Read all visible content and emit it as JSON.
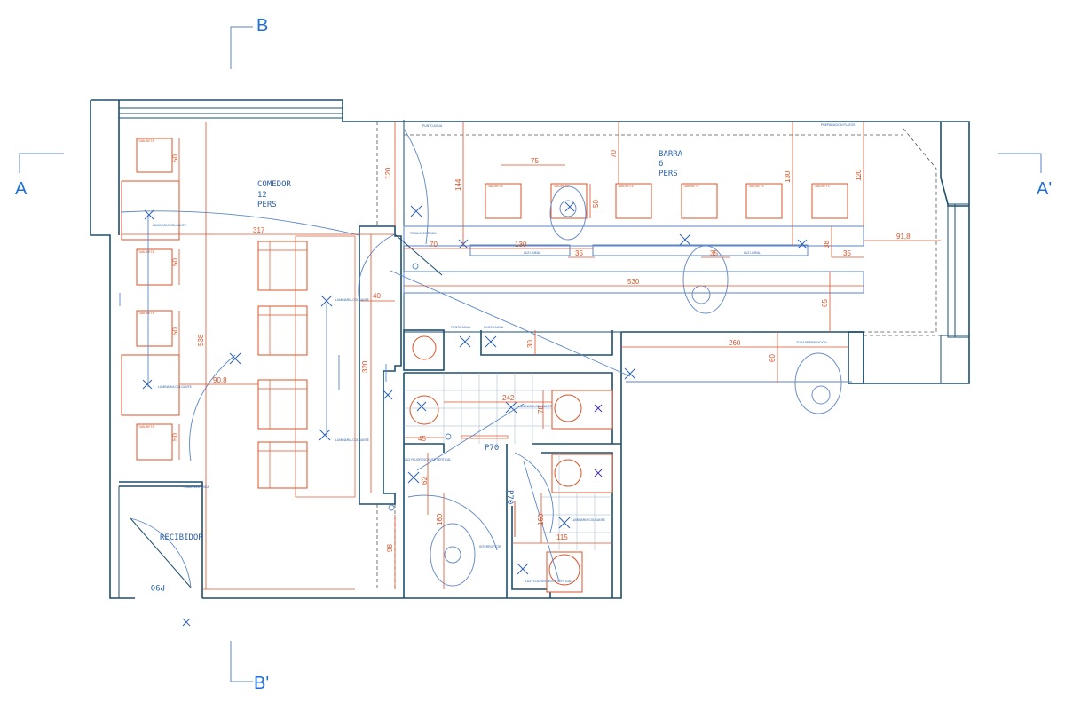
{
  "section_marks": {
    "top": "B",
    "bottom": "B'",
    "left": "A",
    "right": "A'"
  },
  "rooms": {
    "comedor": [
      "COMEDOR",
      "12",
      "PERS"
    ],
    "barra": [
      "BARRA",
      "6",
      "PERS"
    ],
    "recibidor": "RECIBIDOR"
  },
  "doors": {
    "p70_horizontal": "P70",
    "p70_vertical": "P70",
    "p90": "P90"
  },
  "dimensions": {
    "d317": "317",
    "d538": "538",
    "d320": "320",
    "d40": "40",
    "d90_8": "90,8",
    "d120_left": "120",
    "d144": "144",
    "d70_top": "70",
    "d75": "75",
    "d50_bar": "50",
    "d130_top": "130",
    "d120_right": "120",
    "d70_mid": "70",
    "d130_mid": "130",
    "d35_a": "35",
    "d35_b": "35",
    "d35_c": "35",
    "d38": "38",
    "d91_8": "91,8",
    "d530": "530",
    "d65": "65",
    "d260": "260",
    "d60": "60",
    "d30": "30",
    "d242": "242",
    "d78": "78",
    "d45": "45",
    "d62": "62",
    "d160_a": "160",
    "d160_b": "160",
    "d115": "115",
    "d98": "98",
    "d50_1": "50",
    "d50_2": "50",
    "d50_3": "50",
    "d50_4": "50"
  },
  "small_labels": {
    "taburete": "TABURETE",
    "luminaria": "LUMINARIA COLGANTE",
    "luz_lineal": "LUZ LINEAL",
    "punto_agua": "PUNTO AGUA",
    "zona_prep": "PREPARACION PLATOS",
    "zona_preparacion": "ZONA PREPARACION",
    "luz_fluo": "LUZ FLUORESCENTE VERTICAL",
    "interruptor": "INTERRUPTOR",
    "toma": "TOMA ELECTRICA"
  }
}
